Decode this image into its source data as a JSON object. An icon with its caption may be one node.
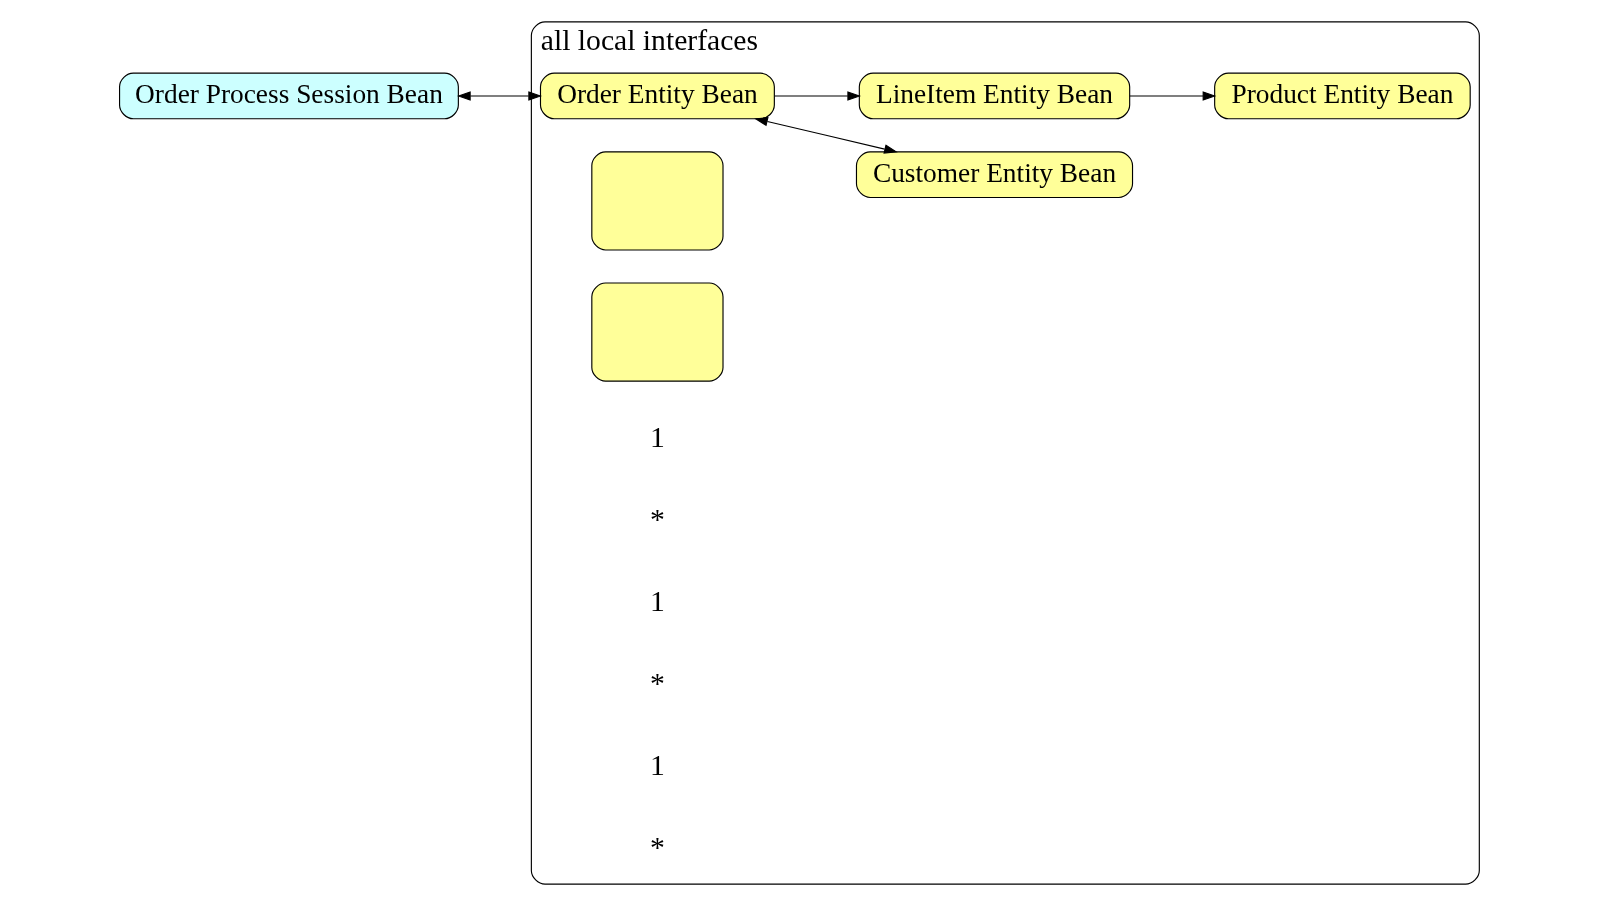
{
  "diagram": {
    "nodes": [
      {
        "text": [
          "Order Process Session Bean"
        ]
      },
      {
        "text": [
          "all local interfaces"
        ]
      },
      {
        "text": [
          "Customer Entity Bean"
        ],
        "in": 1
      },
      {
        "text": [
          "Order Entity Bean"
        ],
        "in": 1
      },
      {
        "text": [
          "Product Entity Bean"
        ],
        "in": 1
      },
      {
        "text": [],
        "shape": "box",
        "in": 1
      },
      {
        "text": [],
        "shape": "box",
        "in": 1
      },
      {
        "text": [
          "LineItem Entity Bean"
        ],
        "in": 1
      }
    ],
    "edges": [
      {
        "from": 0,
        "to": 3,
        "arrow": "both"
      },
      {
        "from": 3,
        "to": 2,
        "arrow": "both"
      },
      {
        "from": 3,
        "to": 7,
        "arrow": "to"
      },
      {
        "from": 7,
        "to": 4,
        "arrow": "to"
      }
    ],
    "labels": [
      "1",
      "*",
      "1",
      "*",
      "1",
      "*"
    ]
  }
}
